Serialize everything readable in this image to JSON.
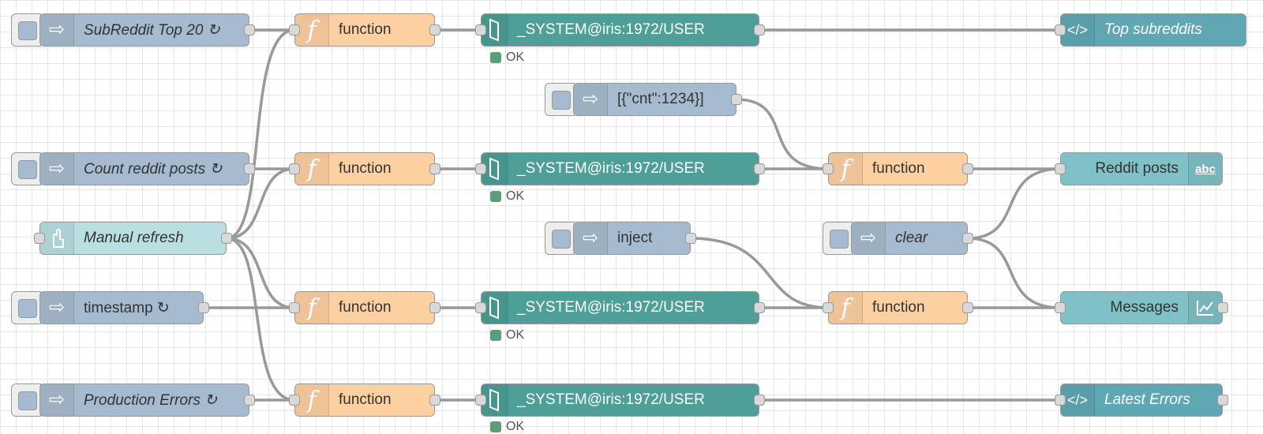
{
  "nodes": {
    "inject_subreddit": {
      "label": "SubReddit Top 20 ↻"
    },
    "inject_count": {
      "label": "Count reddit posts ↻"
    },
    "manual_refresh": {
      "label": "Manual refresh"
    },
    "inject_timestamp": {
      "label": "timestamp ↻"
    },
    "inject_errors": {
      "label": "Production Errors ↻"
    },
    "fn1": {
      "label": "function"
    },
    "fn2": {
      "label": "function"
    },
    "fn3": {
      "label": "function"
    },
    "fn4": {
      "label": "function"
    },
    "iris1": {
      "label": "_SYSTEM@iris:1972/USER",
      "status": "OK"
    },
    "iris2": {
      "label": "_SYSTEM@iris:1972/USER",
      "status": "OK"
    },
    "iris3": {
      "label": "_SYSTEM@iris:1972/USER",
      "status": "OK"
    },
    "iris4": {
      "label": "_SYSTEM@iris:1972/USER",
      "status": "OK"
    },
    "inject_cnt": {
      "label": "[{\"cnt\":1234}]"
    },
    "inject_plain": {
      "label": "inject"
    },
    "inject_clear": {
      "label": "clear"
    },
    "fn5": {
      "label": "function"
    },
    "fn6": {
      "label": "function"
    },
    "tpl_top": {
      "label": "Top subreddits"
    },
    "txt_posts": {
      "label": "Reddit posts"
    },
    "chart_messages": {
      "label": "Messages"
    },
    "tpl_errors": {
      "label": "Latest Errors"
    }
  },
  "colors": {
    "inject": "#a6bbcf",
    "function": "#fdd0a2",
    "iris": "#4d9f97",
    "template": "#5fa8b3",
    "dashboard": "#7fc1c7",
    "button": "#b9dfe2",
    "status_ok": "#5b9e7c",
    "wire": "#999999"
  },
  "icons": {
    "inject": "arrow-in-icon",
    "function": "function-icon",
    "iris": "database-icon",
    "template": "code-icon",
    "text": "abc-icon",
    "chart": "chart-icon",
    "button": "hand-icon"
  }
}
